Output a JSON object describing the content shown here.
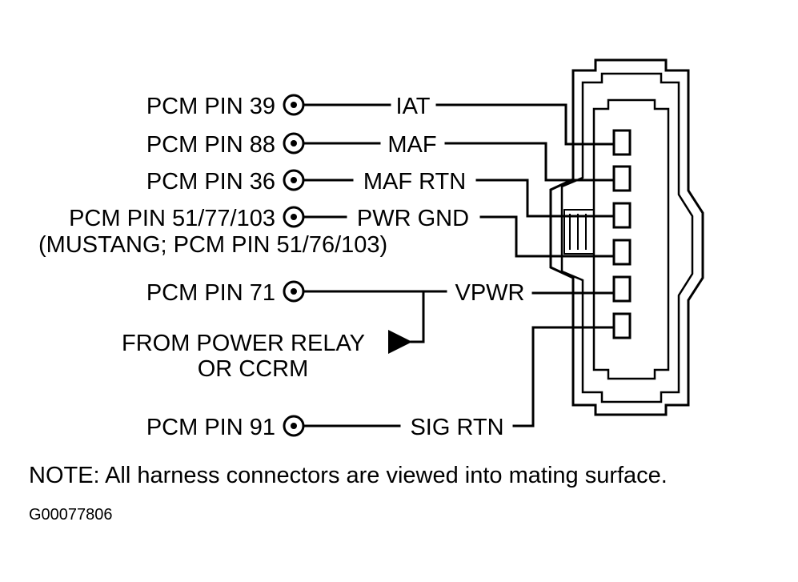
{
  "pins": [
    {
      "pcm_label": "PCM PIN 39",
      "signal": "IAT"
    },
    {
      "pcm_label": "PCM PIN 88",
      "signal": "MAF"
    },
    {
      "pcm_label": "PCM PIN 36",
      "signal": "MAF RTN"
    },
    {
      "pcm_label": "PCM PIN 51/77/103",
      "alt_label": "(MUSTANG; PCM PIN 51/76/103)",
      "signal": "PWR GND"
    },
    {
      "pcm_label": "PCM PIN 71",
      "signal": "VPWR"
    },
    {
      "pcm_label": "PCM PIN 91",
      "signal": "SIG RTN"
    }
  ],
  "power_source": {
    "line1": "FROM POWER RELAY",
    "line2": "OR CCRM"
  },
  "note": "NOTE:  All harness connectors are viewed into mating surface.",
  "figure_id": "G00077806"
}
